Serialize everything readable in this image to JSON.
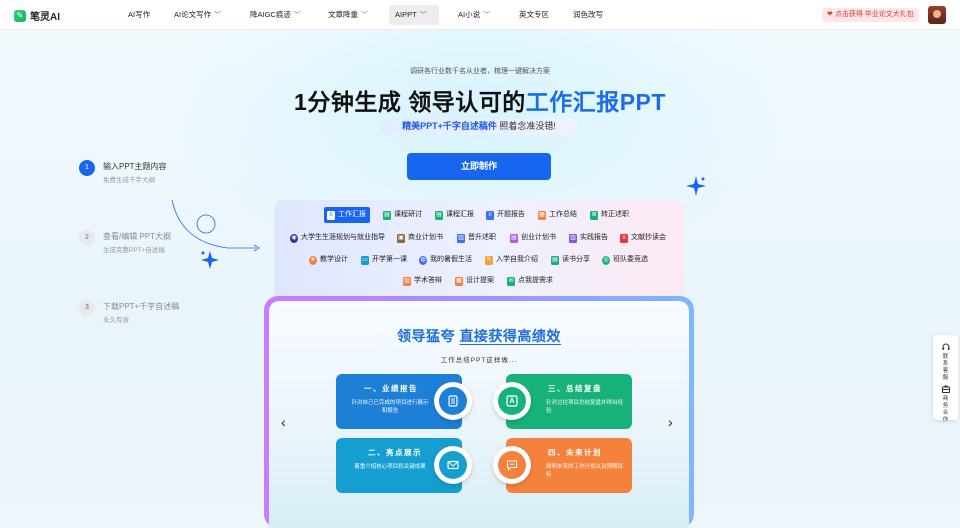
{
  "nav": {
    "logo": "笔灵AI",
    "items": [
      {
        "label": "AI写作",
        "dropdown": false,
        "active": false
      },
      {
        "label": "AI论文写作",
        "dropdown": true,
        "active": false
      },
      {
        "label": "降AIGC痕迹",
        "dropdown": true,
        "active": false
      },
      {
        "label": "文章降重",
        "dropdown": true,
        "active": false
      },
      {
        "label": "AIPPT",
        "dropdown": true,
        "active": true
      },
      {
        "label": "AI小说",
        "dropdown": true,
        "active": false
      },
      {
        "label": "英文专区",
        "dropdown": false,
        "active": false
      },
      {
        "label": "润色改写",
        "dropdown": false,
        "active": false
      }
    ],
    "promo": "点击获得 毕业论文大礼包"
  },
  "hero": {
    "subtitle": "调研各行业数千名从业者，梳理一键解决方案",
    "headline_prefix": "1分钟生成 领导认可的",
    "headline_highlight": "工作汇报PPT",
    "pill_strong": "精美PPT+千字自述稿件",
    "pill_rest": " 照着念准没错!",
    "cta": "立即制作"
  },
  "steps": [
    {
      "num": "1",
      "title": "输入PPT主题内容",
      "desc": "免费生成千字大纲"
    },
    {
      "num": "2",
      "title": "查看/编辑 PPT大纲",
      "desc": "生成完整PPT+自述稿"
    },
    {
      "num": "3",
      "title": "下载PPT+千字自述稿",
      "desc": "永久有效"
    }
  ],
  "tags": [
    [
      "工作汇报",
      "课程研讨",
      "课程汇报",
      "开题报告",
      "工作总结",
      "转正述职"
    ],
    [
      "大学生生涯规划与就业指导",
      "商业计划书",
      "晋升述职",
      "创业计划书",
      "实践报告",
      "文献抄读会"
    ],
    [
      "教学设计",
      "开学第一课",
      "我的暑假生活",
      "入学自我介绍",
      "读书分享",
      "班队委竞选"
    ],
    [
      "学术答辩",
      "设计提案",
      "点我提需求"
    ]
  ],
  "showcase": {
    "title_prefix": "领导猛夸 ",
    "title_underlined": "直接获得高绩效",
    "subtitle": "工作总结PPT这样做...",
    "cards": [
      {
        "title": "一、业绩报告",
        "desc": "针对自己已完成的项目进行展示和报告",
        "color": "#1d7fd6"
      },
      {
        "title": "三、总结复盘",
        "desc": "针对过往项目总结复盘并得出经验",
        "color": "#17b27a"
      },
      {
        "title": "二、亮点展示",
        "desc": "着重介绍核心项目和关键成果",
        "color": "#159fd0"
      },
      {
        "title": "四、未来计划",
        "desc": "阐明未来的工作计划以及预期目标",
        "color": "#f5823c"
      }
    ]
  },
  "side_float": [
    {
      "label": "联系客服"
    },
    {
      "label": "商务合作"
    }
  ]
}
